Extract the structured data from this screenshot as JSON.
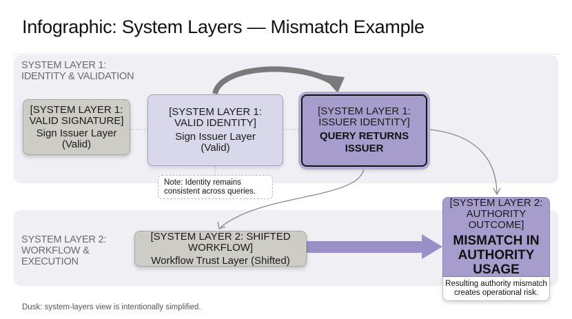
{
  "title": "Infographic: System Layers — Mismatch Example",
  "bands": [
    {
      "label_line1": "SYSTEM LAYER 1:",
      "label_line2": "IDENTITY & VALIDATION"
    },
    {
      "label_line1": "SYSTEM LAYER 2:",
      "label_line2": "WORKFLOW &",
      "label_line3": "EXECUTION"
    }
  ],
  "nodes": {
    "valid_signature": {
      "line1": "[SYSTEM LAYER 1:",
      "line2": "VALID SIGNATURE]",
      "line3": "Sign Issuer Layer",
      "line4": "(Valid)"
    },
    "valid_identity": {
      "line1": "[SYSTEM LAYER 1:",
      "line2": "VALID IDENTITY]",
      "line3": "Sign Issuer Layer",
      "line4": "(Valid)"
    },
    "issuer_identity": {
      "line1": "[SYSTEM LAYER 1:",
      "line2": "ISSUER IDENTITY]",
      "line3": "QUERY RETURNS",
      "line4": "ISSUER"
    },
    "shifted_workflow": {
      "line1": "[SYSTEM LAYER 2: SHIFTED WORKFLOW]",
      "line2": "Workflow Trust Layer (Shifted)"
    },
    "authority_outcome": {
      "line1": "[SYSTEM LAYER 2:",
      "line2": "AUTHORITY OUTCOME]",
      "line3": "MISMATCH IN",
      "line4": "AUTHORITY",
      "line5": "USAGE",
      "foot1": "Resulting authority mismatch",
      "foot2": "creates operational risk."
    }
  },
  "note": {
    "line1": "Note: Identity remains",
    "line2": "consistent across queries."
  },
  "footer": "Dusk: system-layers view is intentionally simplified.",
  "colors": {
    "purple": "#a79dcc",
    "lavender": "#d9d8ea",
    "gray": "#cdcdc6",
    "band": "#efeff4",
    "arrow_gray": "#777777",
    "arrow_purple": "#9b8fc8"
  }
}
